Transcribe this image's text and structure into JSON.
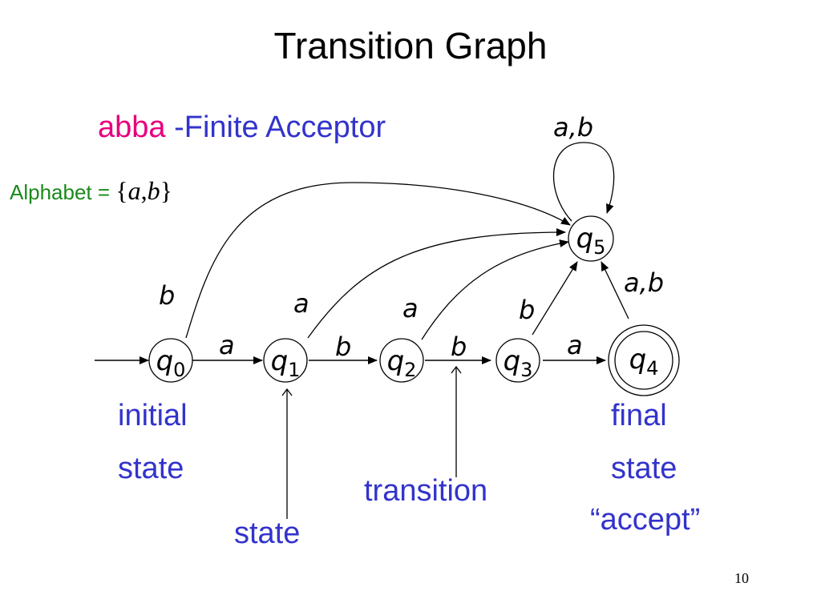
{
  "title": "Transition Graph",
  "heading": {
    "word": "abba",
    "rest": " -Finite Acceptor",
    "word_color": "#e6007e",
    "rest_color": "#3333cc"
  },
  "alphabet": {
    "label": "Alphabet = ",
    "open": "{",
    "sym_a": "a",
    "comma": ",",
    "sym_b": "b",
    "close": "}",
    "label_color": "#1a8a1a"
  },
  "states": [
    {
      "name": "q",
      "sub": "0",
      "final": false
    },
    {
      "name": "q",
      "sub": "1",
      "final": false
    },
    {
      "name": "q",
      "sub": "2",
      "final": false
    },
    {
      "name": "q",
      "sub": "3",
      "final": false
    },
    {
      "name": "q",
      "sub": "4",
      "final": true
    },
    {
      "name": "q",
      "sub": "5",
      "final": false
    }
  ],
  "transitions": {
    "q0_q1": "a",
    "q1_q2": "b",
    "q2_q3": "b",
    "q3_q4": "a",
    "q0_q5": "b",
    "q1_q5": "a",
    "q2_q5": "a",
    "q3_q5": "b",
    "q4_q5": "a,b",
    "q5_loop": "a,b"
  },
  "annotations": {
    "initial_line1": "initial",
    "initial_line2": "state",
    "state": "state",
    "transition": "transition",
    "final_line1": "final",
    "final_line2": "state",
    "final_line3": "“accept”",
    "color": "#3333cc"
  },
  "page_number": "10"
}
